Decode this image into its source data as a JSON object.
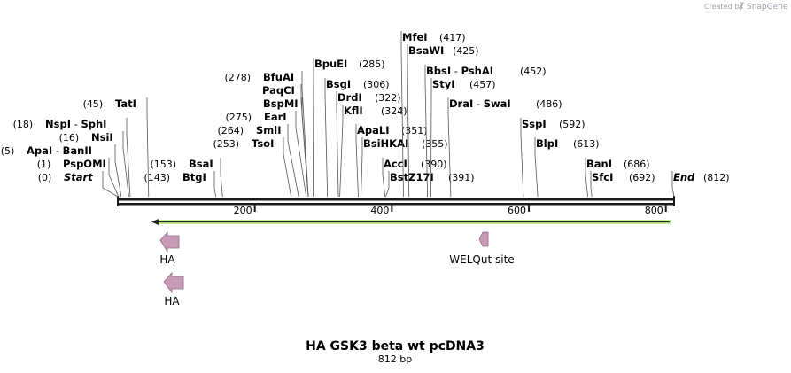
{
  "credit": {
    "created_by": "Created by",
    "brand": "SnapGene"
  },
  "map": {
    "name": "HA GSK3 beta wt pcDNA3",
    "length_label": "812 bp",
    "length": 812,
    "ticks": [
      200,
      400,
      600,
      800
    ]
  },
  "sites": [
    {
      "segs": [
        [
          "Start",
          true
        ]
      ],
      "pos": "(0)",
      "pre": true,
      "bp": 0
    },
    {
      "segs": [
        [
          "PspOMI",
          false
        ]
      ],
      "pos": "(1)",
      "pre": true,
      "bp": 1
    },
    {
      "segs": [
        [
          "ApaI",
          false
        ],
        [
          "BanII",
          false
        ]
      ],
      "pos": "(5)",
      "pre": true,
      "bp": 5
    },
    {
      "segs": [
        [
          "NsiI",
          false
        ]
      ],
      "pos": "(16)",
      "pre": true,
      "bp": 16
    },
    {
      "segs": [
        [
          "NspI",
          false
        ],
        [
          "SphI",
          false
        ]
      ],
      "pos": "(18)",
      "pre": true,
      "bp": 18
    },
    {
      "segs": [
        [
          "TatI",
          false
        ]
      ],
      "pos": "(45)",
      "pre": true,
      "bp": 45
    },
    {
      "segs": [
        [
          "BtgI",
          false
        ]
      ],
      "pos": "(143)",
      "pre": true,
      "bp": 143
    },
    {
      "segs": [
        [
          "BsaI",
          false
        ]
      ],
      "pos": "(153)",
      "pre": true,
      "bp": 153
    },
    {
      "segs": [
        [
          "TsoI",
          false
        ]
      ],
      "pos": "(253)",
      "pre": true,
      "bp": 253
    },
    {
      "segs": [
        [
          "SmlI",
          false
        ]
      ],
      "pos": "(264)",
      "pre": true,
      "bp": 264
    },
    {
      "segs": [
        [
          "EarI",
          false
        ]
      ],
      "pos": "(275)",
      "pre": true,
      "bp": 275
    },
    {
      "segs": [
        [
          "BspMI",
          false
        ]
      ],
      "pos": "",
      "pre": true,
      "bp": 278
    },
    {
      "segs": [
        [
          "PaqCI",
          false
        ]
      ],
      "pos": "",
      "pre": true,
      "bp": 278
    },
    {
      "segs": [
        [
          "BfuAI",
          false
        ]
      ],
      "pos": "(278)",
      "pre": true,
      "bp": 278
    },
    {
      "segs": [
        [
          "BpuEI",
          false
        ]
      ],
      "pos": "(285)",
      "pre": false,
      "bp": 285
    },
    {
      "segs": [
        [
          "BsgI",
          false
        ]
      ],
      "pos": "(306)",
      "pre": false,
      "bp": 306
    },
    {
      "segs": [
        [
          "DrdI",
          false
        ]
      ],
      "pos": "(322)",
      "pre": false,
      "bp": 322
    },
    {
      "segs": [
        [
          "KflI",
          false
        ]
      ],
      "pos": "(324)",
      "pre": false,
      "bp": 324
    },
    {
      "segs": [
        [
          "ApaLI",
          false
        ]
      ],
      "pos": "(351)",
      "pre": false,
      "bp": 351
    },
    {
      "segs": [
        [
          "BsiHKAI",
          false
        ]
      ],
      "pos": "(355)",
      "pre": false,
      "bp": 355
    },
    {
      "segs": [
        [
          "AccI",
          false
        ]
      ],
      "pos": "(390)",
      "pre": false,
      "bp": 390
    },
    {
      "segs": [
        [
          "BstZ17I",
          false
        ]
      ],
      "pos": "(391)",
      "pre": false,
      "bp": 391
    },
    {
      "segs": [
        [
          "MfeI",
          false
        ]
      ],
      "pos": "(417)",
      "pre": false,
      "bp": 417
    },
    {
      "segs": [
        [
          "BsaWI",
          false
        ]
      ],
      "pos": "(425)",
      "pre": false,
      "bp": 425
    },
    {
      "segs": [
        [
          "BbsI",
          false
        ],
        [
          "PshAI",
          false
        ]
      ],
      "pos": "(452)",
      "pre": false,
      "bp": 452
    },
    {
      "segs": [
        [
          "StyI",
          false
        ]
      ],
      "pos": "(457)",
      "pre": false,
      "bp": 457
    },
    {
      "segs": [
        [
          "DraI",
          false
        ],
        [
          "SwaI",
          false
        ]
      ],
      "pos": "(486)",
      "pre": false,
      "bp": 486
    },
    {
      "segs": [
        [
          "SspI",
          false
        ]
      ],
      "pos": "(592)",
      "pre": false,
      "bp": 592
    },
    {
      "segs": [
        [
          "BlpI",
          false
        ]
      ],
      "pos": "(613)",
      "pre": false,
      "bp": 613
    },
    {
      "segs": [
        [
          "BanI",
          false
        ]
      ],
      "pos": "(686)",
      "pre": false,
      "bp": 686
    },
    {
      "segs": [
        [
          "SfcI",
          false
        ]
      ],
      "pos": "(692)",
      "pre": false,
      "bp": 692
    },
    {
      "segs": [
        [
          "End",
          true
        ]
      ],
      "pos": "(812)",
      "pre": false,
      "bp": 812
    }
  ],
  "features": [
    {
      "label": "HA",
      "kind": "orf"
    },
    {
      "label": "WELQut site",
      "kind": "site"
    },
    {
      "label": "HA",
      "kind": "orf"
    }
  ],
  "colors": {
    "backbone": "#1a1a1a",
    "orf_fill": "#c99ab6",
    "orf_stroke": "#8a6a80",
    "arrow_line": "#222222",
    "arrow_glow": "#9be04a"
  }
}
